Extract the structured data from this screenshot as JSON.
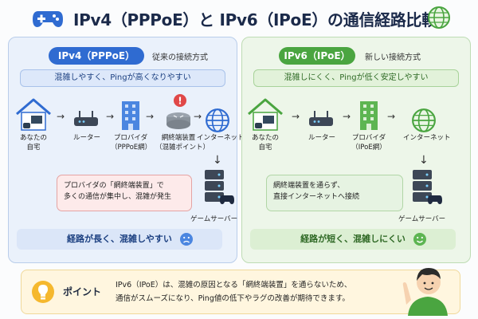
{
  "title": "IPv4（PPPoE）と IPv6（IPoE）の通信経路比較",
  "left": {
    "pill": "IPv4（PPPoE）",
    "subtitle": "従来の接続方式",
    "banner": "混雑しやすく、Pingが高くなりやすい",
    "nodes": {
      "home": [
        "あなたの",
        "自宅"
      ],
      "router": "ルーター",
      "provider": [
        "プロバイダ",
        "（PPPoE網）"
      ],
      "terminal": [
        "網終端装置",
        "（混雑ポイント）"
      ],
      "internet": "インターネット",
      "server": "ゲームサーバー"
    },
    "callout": [
      "プロバイダの「網終端装置」で",
      "多くの通信が集中し、混雑が発生"
    ],
    "bottom": "経路が長く、混雑しやすい",
    "alert_glyph": "!"
  },
  "right": {
    "pill": "IPv6（IPoE）",
    "subtitle": "新しい接続方式",
    "banner": "混雑しにくく、Pingが低く安定しやすい",
    "nodes": {
      "home": [
        "あなたの",
        "自宅"
      ],
      "router": "ルーター",
      "provider": [
        "プロバイダ",
        "（IPoE網）"
      ],
      "internet": "インターネット",
      "server": "ゲームサーバー"
    },
    "callout": [
      "網終端装置を通らず、",
      "直接インターネットへ接続"
    ],
    "bottom": "経路が短く、混雑しにくい"
  },
  "point": {
    "label": "ポイント",
    "lines": [
      "IPv6（IPoE）は、混雑の原因となる「網終端装置」を通らないため、",
      "通信がスムーズになり、Ping値の低下やラグの改善が期待できます。"
    ]
  },
  "colors": {
    "ipv4_accent": "#2f6bd1",
    "ipv6_accent": "#4aa540",
    "alert": "#e04848",
    "title": "#1b2a4a"
  },
  "icons": [
    "gamepad-icon",
    "globe-icon",
    "house-icon",
    "router-icon",
    "building-icon",
    "server-icon",
    "bulb-icon",
    "sad-face-icon",
    "smile-face-icon"
  ]
}
